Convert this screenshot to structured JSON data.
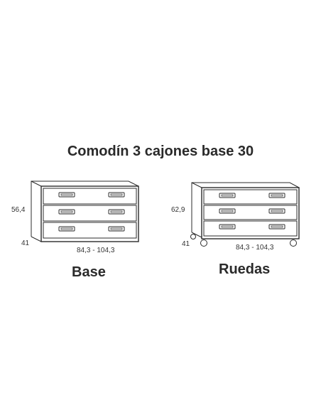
{
  "title": "Comodín 3 cajones base 30",
  "variants": [
    {
      "caption": "Base",
      "height_label": "56,4",
      "depth_label": "41",
      "width_label": "84,3 - 104,3",
      "drawers": 3
    },
    {
      "caption": "Ruedas",
      "height_label": "62,9",
      "depth_label": "41",
      "width_label": "84,3 - 104,3",
      "drawers": 3
    }
  ]
}
